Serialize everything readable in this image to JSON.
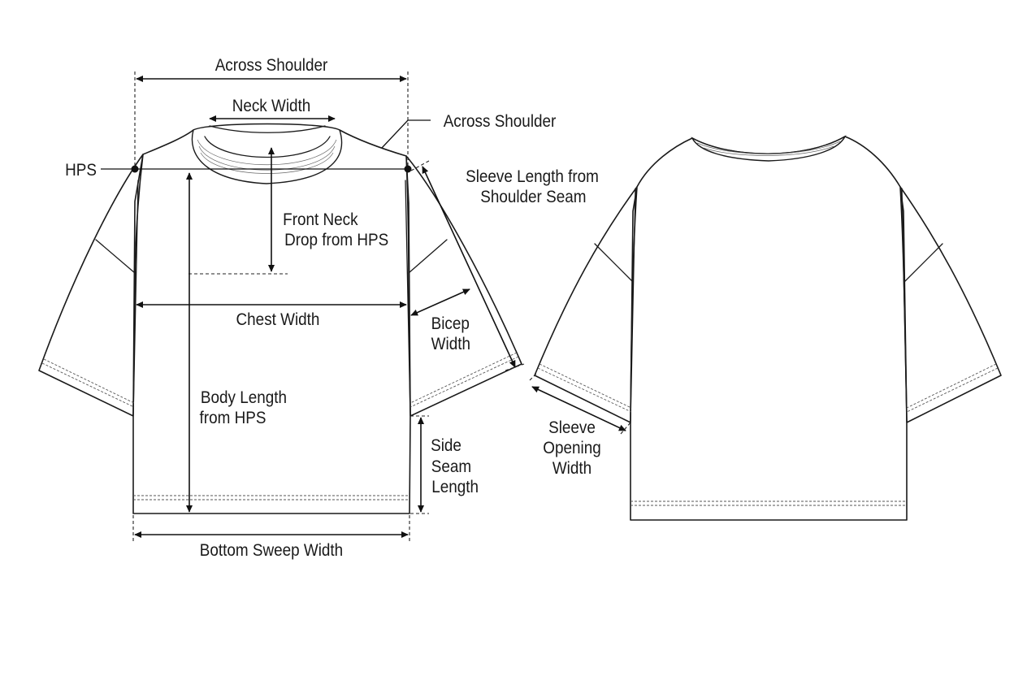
{
  "labels": {
    "across_shoulder_top": "Across Shoulder",
    "neck_width": "Neck Width",
    "across_shoulder_callout": "Across Shoulder",
    "hps": "HPS",
    "sleeve_length_line1": "Sleeve Length from",
    "sleeve_length_line2": "Shoulder Seam",
    "front_neck_drop_line1": "Front Neck",
    "front_neck_drop_line2": "Drop from HPS",
    "chest_width": "Chest Width",
    "bicep_width_line1": "Bicep",
    "bicep_width_line2": "Width",
    "body_length_line1": "Body Length",
    "body_length_line2": "from HPS",
    "side_seam_line1": "Side",
    "side_seam_line2": "Seam",
    "side_seam_line3": "Length",
    "bottom_sweep_width": "Bottom Sweep Width",
    "sleeve_opening_line1": "Sleeve",
    "sleeve_opening_line2": "Opening",
    "sleeve_opening_line3": "Width"
  }
}
